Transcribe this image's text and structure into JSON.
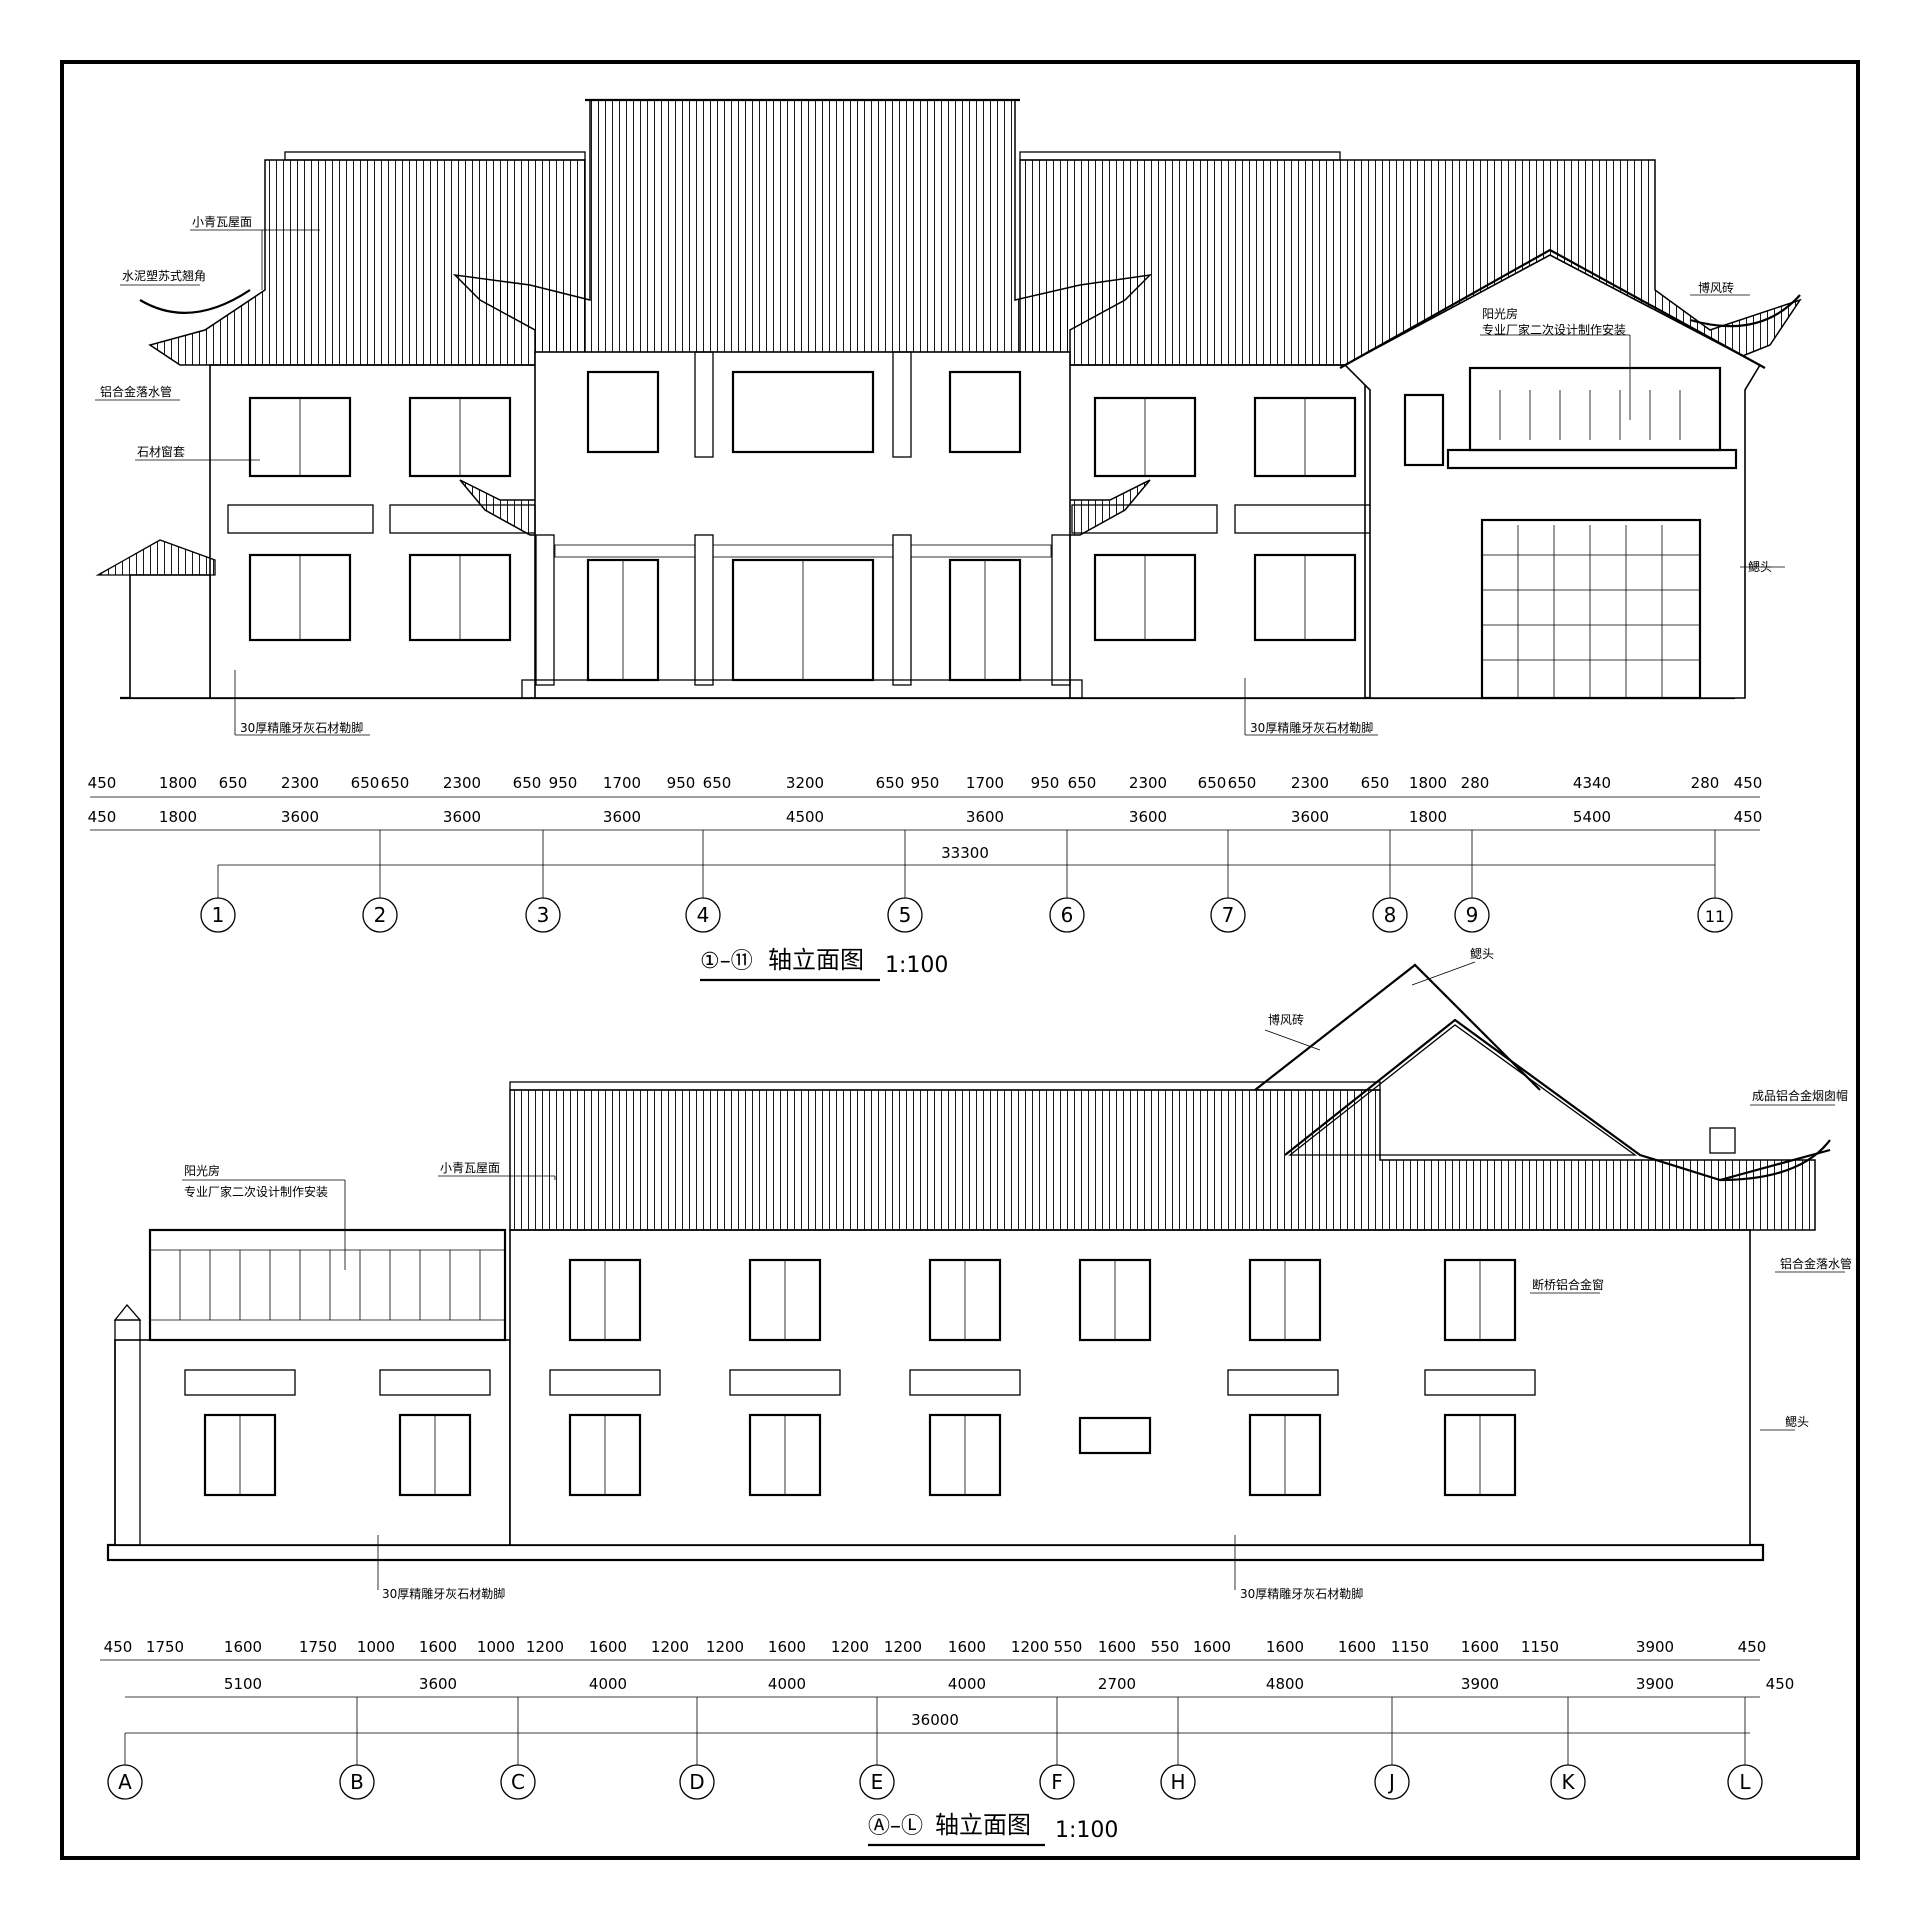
{
  "upper_elevation": {
    "title_prefix": "①–⑪",
    "title_suffix": "轴立面图",
    "scale": "1:100",
    "labels": [
      "小青瓦屋面",
      "水泥塑苏式翘角",
      "铝合金落水管",
      "石材窗套",
      "30厚精雕牙灰石材勒脚",
      "30厚精雕牙灰石材勒脚",
      "阳光房",
      "专业厂家二次设计制作安装",
      "博风砖",
      "鳃头"
    ],
    "dims_row1": [
      "450",
      "1800",
      "650",
      "2300",
      "650",
      "650",
      "2300",
      "650",
      "950",
      "1700",
      "950",
      "650",
      "3200",
      "650",
      "950",
      "1700",
      "950",
      "650",
      "2300",
      "650",
      "650",
      "2300",
      "650",
      "1800",
      "280",
      "4340",
      "280",
      "450"
    ],
    "dims_row2": [
      "450",
      "1800",
      "3600",
      "3600",
      "3600",
      "4500",
      "3600",
      "3600",
      "3600",
      "1800",
      "5400",
      "450"
    ],
    "total": "33300",
    "axes": [
      "1",
      "2",
      "3",
      "4",
      "5",
      "6",
      "7",
      "8",
      "9",
      "11"
    ]
  },
  "lower_elevation": {
    "title_prefix": "Ⓐ–Ⓛ",
    "title_suffix": "轴立面图",
    "scale": "1:100",
    "labels": [
      "阳光房",
      "专业厂家二次设计制作安装",
      "小青瓦屋面",
      "博风砖",
      "鳃头",
      "成品铝合金烟囱帽",
      "铝合金落水管",
      "断桥铝合金窗",
      "鳃头",
      "30厚精雕牙灰石材勒脚",
      "30厚精雕牙灰石材勒脚"
    ],
    "dims_row1": [
      "450",
      "1750",
      "1600",
      "1750",
      "1000",
      "1600",
      "1000",
      "1200",
      "1600",
      "1200",
      "1200",
      "1600",
      "1200",
      "1200",
      "1600",
      "1200",
      "550",
      "1600",
      "550",
      "1600",
      "1600",
      "1600",
      "1150",
      "1600",
      "1150",
      "3900",
      "450"
    ],
    "dims_row2": [
      "5100",
      "3600",
      "4000",
      "4000",
      "4000",
      "2700",
      "4800",
      "3900",
      "3900",
      "450"
    ],
    "total": "36000",
    "axes": [
      "A",
      "B",
      "C",
      "D",
      "E",
      "F",
      "H",
      "J",
      "K",
      "L"
    ]
  }
}
